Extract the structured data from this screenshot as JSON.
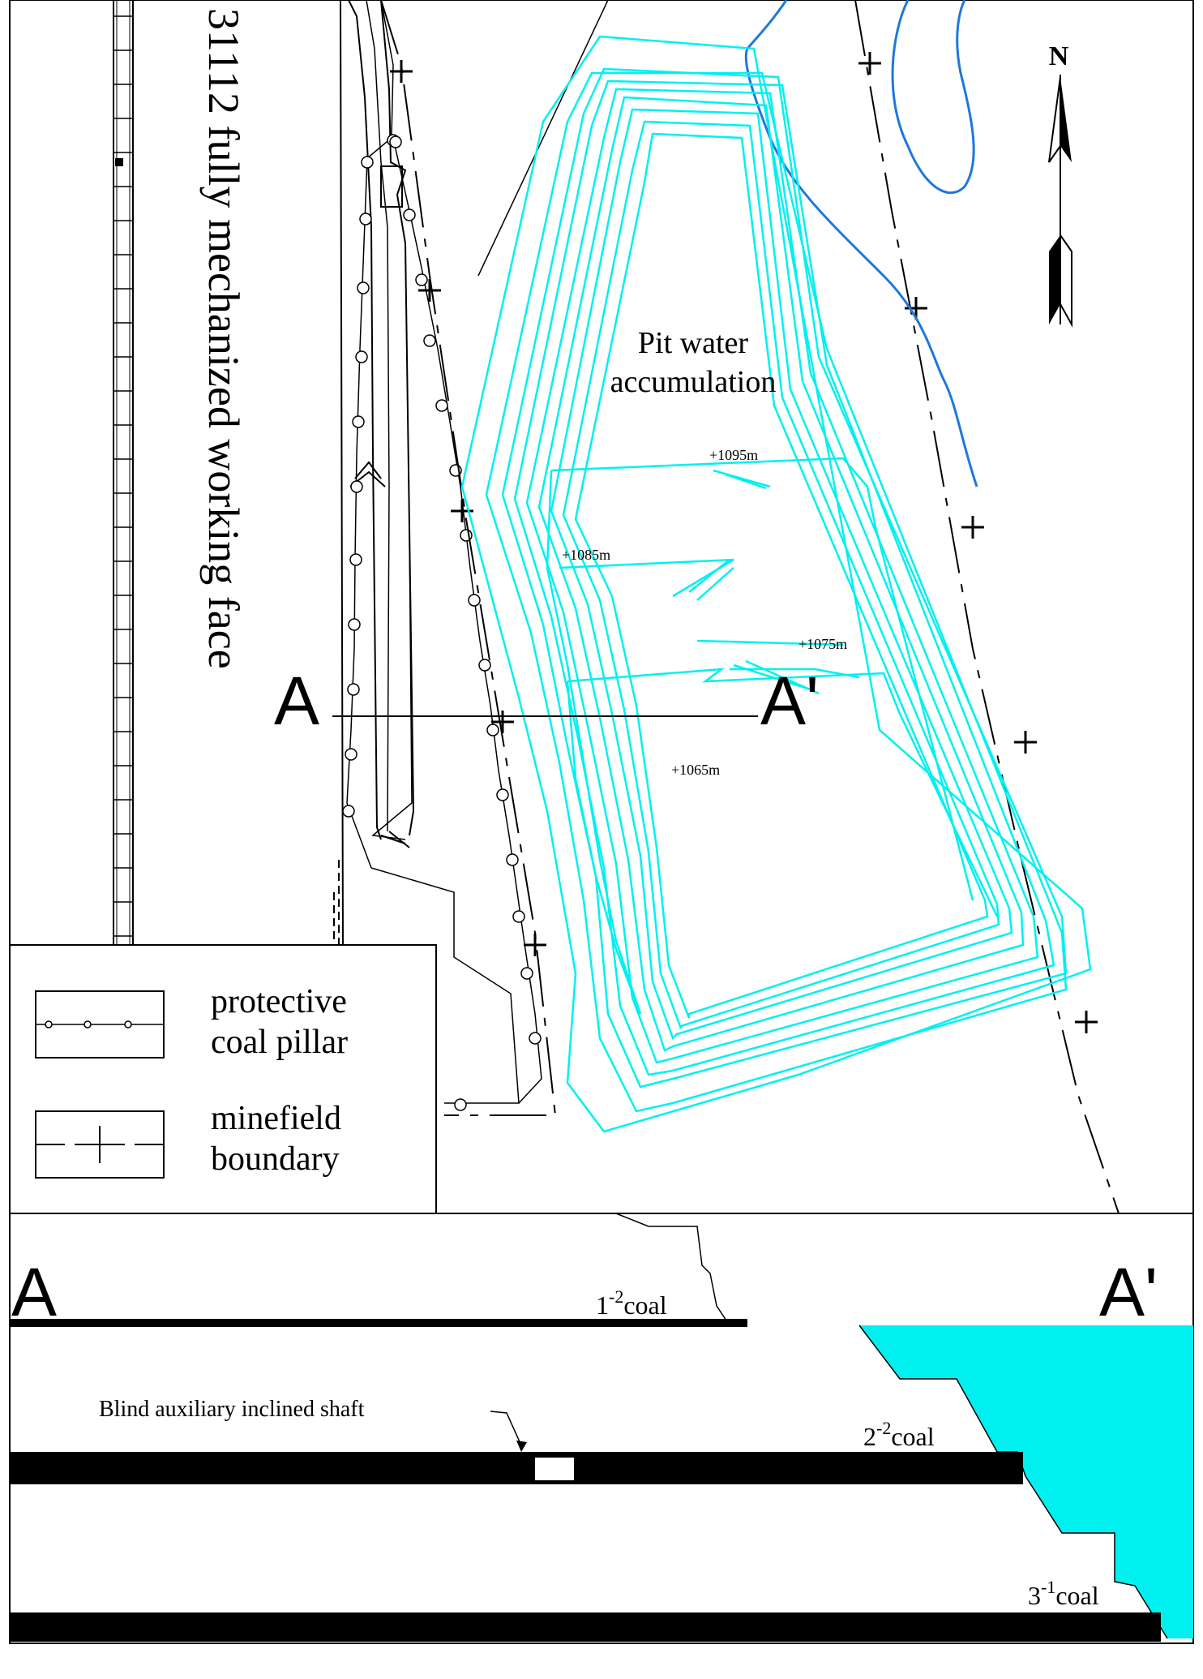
{
  "plan": {
    "working_face_label": "31112 fully mechanized working face",
    "pit_water_label_line1": "Pit water",
    "pit_water_label_line2": "accumulation",
    "contours": [
      "+1095m",
      "+1085m",
      "+1075m",
      "+1065m"
    ],
    "section_start": "A",
    "section_end": "A'",
    "north_label": "N"
  },
  "legend": {
    "items": [
      {
        "line1": "protective",
        "line2": "coal pillar"
      },
      {
        "line1": "minefield",
        "line2": "boundary"
      }
    ]
  },
  "section": {
    "start_label": "A",
    "end_label": "A'",
    "seams": [
      {
        "base": "1",
        "sup": "-2",
        "suffix": "coal"
      },
      {
        "base": "2",
        "sup": "-2",
        "suffix": "coal"
      },
      {
        "base": "3",
        "sup": "-1",
        "suffix": "coal"
      }
    ],
    "shaft_label": "Blind auxiliary inclined shaft"
  },
  "colors": {
    "water": "#00f0f0",
    "river": "#1e78dc",
    "line": "#000000"
  }
}
